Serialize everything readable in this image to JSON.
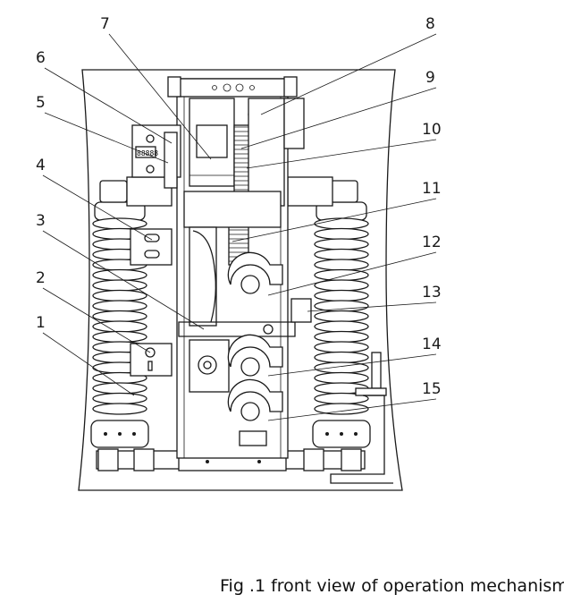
{
  "caption": "Fig .1 front view of operation mechanism",
  "callouts": [
    "1",
    "2",
    "3",
    "4",
    "5",
    "6",
    "7",
    "8",
    "9",
    "10",
    "11",
    "12",
    "13",
    "14",
    "15"
  ],
  "counter_display": "88888"
}
